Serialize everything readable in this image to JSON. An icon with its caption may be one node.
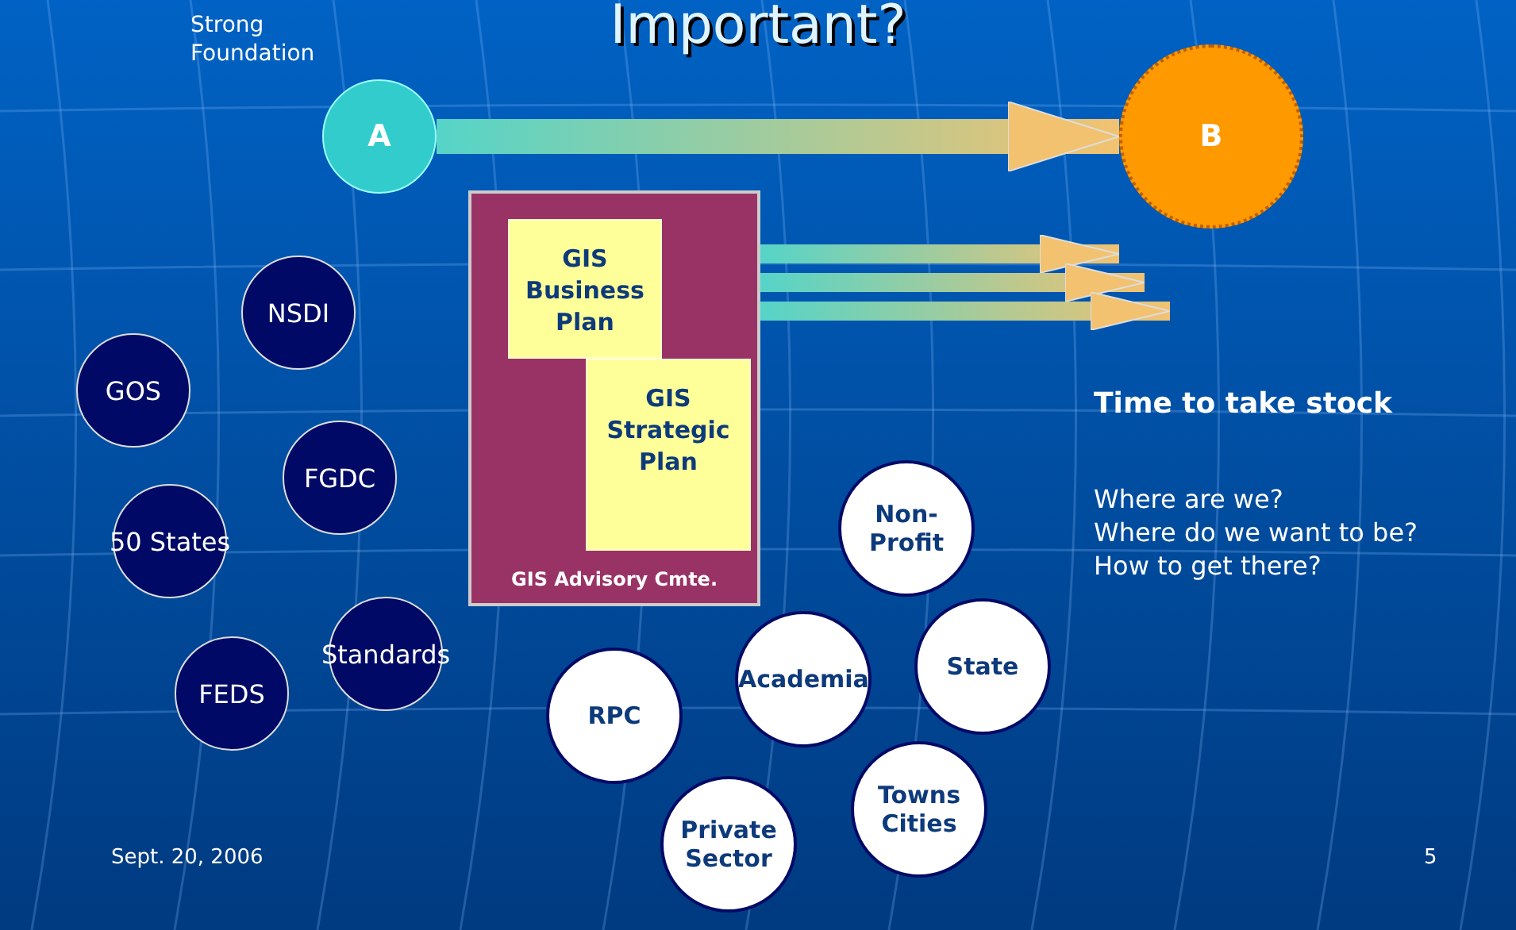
{
  "diagram": {
    "title": "Important?",
    "nodes": [
      {
        "text": [
          "A"
        ],
        "beside": [
          "Strong Foundation"
        ]
      },
      {
        "text": [
          "B"
        ]
      },
      {
        "text": [
          "GIS Advisory Cmte."
        ]
      },
      {
        "text": [
          "GIS Business Plan"
        ],
        "in": 2
      },
      {
        "text": [
          "GIS Strategic Plan"
        ],
        "in": 2
      },
      {
        "text": [
          "NSDI"
        ]
      },
      {
        "text": [
          "GOS"
        ]
      },
      {
        "text": [
          "FGDC"
        ]
      },
      {
        "text": [
          "50 States"
        ]
      },
      {
        "text": [
          "Standards"
        ]
      },
      {
        "text": [
          "FEDS"
        ]
      },
      {
        "text": [
          "Non-Profit"
        ]
      },
      {
        "text": [
          "Academia"
        ]
      },
      {
        "text": [
          "State"
        ]
      },
      {
        "text": [
          "RPC"
        ]
      },
      {
        "text": [
          "Towns Cities"
        ]
      },
      {
        "text": [
          "Private Sector"
        ]
      }
    ],
    "edges": [
      {
        "from": 0,
        "to": 1,
        "arrow": "to"
      },
      {
        "from": 2,
        "to": 1,
        "arrow": "to"
      },
      {
        "from": 2,
        "to": 1,
        "arrow": "to"
      },
      {
        "from": 2,
        "to": 1,
        "arrow": "to"
      }
    ],
    "labels": [
      "Time to take stock",
      "Where are we?",
      "Where do we want to be?",
      "How to get there?",
      "Sept. 20, 2006",
      "5"
    ]
  }
}
